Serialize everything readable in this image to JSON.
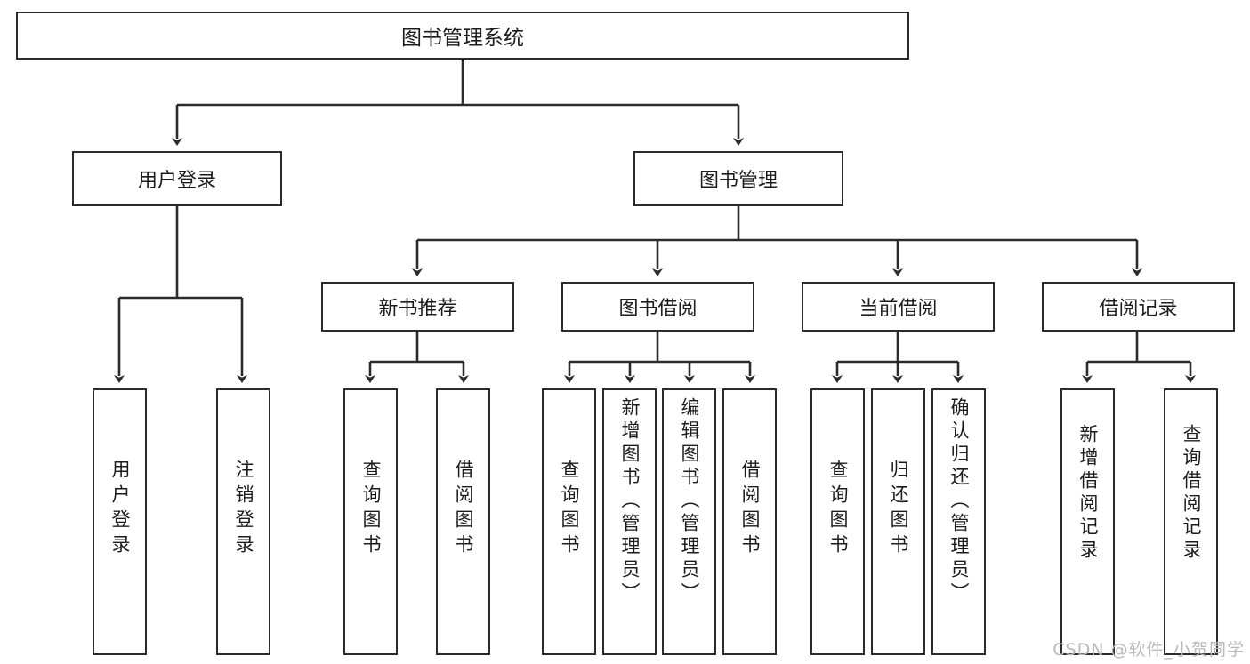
{
  "diagram": {
    "title": "图书管理系统",
    "type": "tree",
    "root": {
      "label": "图书管理系统"
    },
    "level2": [
      {
        "label": "用户登录"
      },
      {
        "label": "图书管理"
      }
    ],
    "level3": [
      {
        "label": "新书推荐"
      },
      {
        "label": "图书借阅"
      },
      {
        "label": "当前借阅"
      },
      {
        "label": "借阅记录"
      }
    ],
    "leaves": {
      "user_login": [
        {
          "label": "用户登录"
        },
        {
          "label": "注销登录"
        }
      ],
      "new_book_recommend": [
        {
          "label": "查询图书"
        },
        {
          "label": "借阅图书"
        }
      ],
      "book_borrow": [
        {
          "label": "查询图书"
        },
        {
          "label": "新增图书（管理员）"
        },
        {
          "label": "编辑图书（管理员）"
        },
        {
          "label": "借阅图书"
        }
      ],
      "current_borrow": [
        {
          "label": "查询图书"
        },
        {
          "label": "归还图书"
        },
        {
          "label": "确认归还（管理员）"
        }
      ],
      "borrow_record": [
        {
          "label": "新增借阅记录"
        },
        {
          "label": "查询借阅记录"
        }
      ]
    }
  },
  "watermark": {
    "text": "CSDN @软件_小贺同学"
  },
  "colors": {
    "stroke": "#2b2b2b",
    "fill": "#ffffff",
    "text": "#1c1c1c",
    "watermark": "#b9b9b9"
  }
}
